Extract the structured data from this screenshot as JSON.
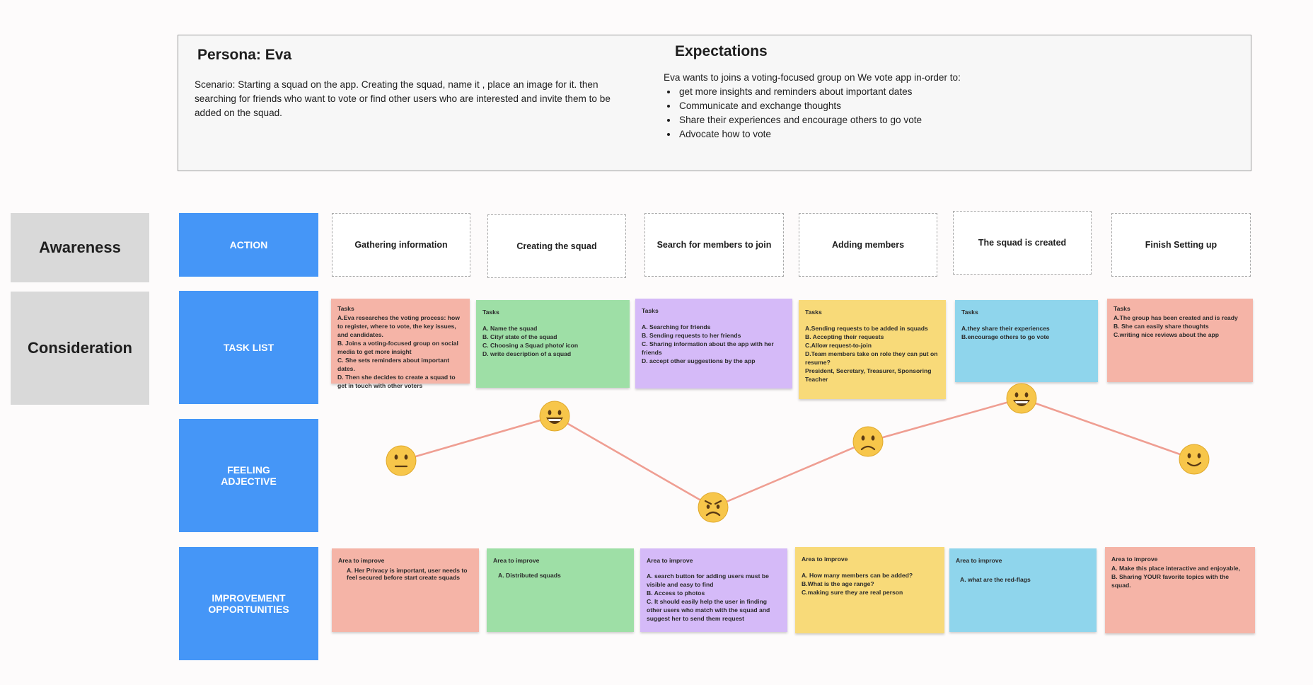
{
  "persona": {
    "title": "Persona: Eva",
    "scenario": "Scenario: Starting a squad on the app. Creating the squad, name it , place an image for it. then searching for friends who want to vote or find other users who are interested and invite them to be added on the squad."
  },
  "expectations": {
    "title": "Expectations",
    "intro": "Eva wants to joins a voting-focused group on We vote app in-order to:",
    "items": [
      " get more insights and reminders about important dates",
      "Communicate and exchange thoughts",
      "Share their experiences and encourage others to go vote",
      "Advocate how to vote"
    ]
  },
  "stages": {
    "awareness": "Awareness",
    "consideration": "Consideration"
  },
  "rows": {
    "action": "ACTION",
    "task_list": "TASK LIST",
    "feeling": "FEELING ADJECTIVE",
    "improvement": "IMPROVEMENT OPPORTUNITIES"
  },
  "actions": [
    "Gathering information",
    "Creating the squad",
    "Search for members to join",
    "Adding members",
    "The squad is created",
    "Finish Setting up"
  ],
  "tasks": [
    {
      "title": "Tasks",
      "items": [
        "A.Eva researches the voting process: how to register, where to vote, the key issues, and candidates.",
        "B. Joins a voting-focused group on social media to get more insight",
        "C. She sets reminders about important dates.",
        "D. Then she decides to create a squad to get in touch with other voters"
      ]
    },
    {
      "title": "Tasks",
      "items": [
        "A. Name the squad",
        "B. City/ state of the squad",
        "C. Choosing a Squad photo/ icon",
        "D. write description of a squad"
      ]
    },
    {
      "title": "Tasks",
      "items": [
        "A. Searching for friends",
        "B. Sending requests to her friends",
        "C. Sharing information about the app with  her friends",
        "D. accept other suggestions by the app"
      ]
    },
    {
      "title": "Tasks",
      "items": [
        "A.Sending requests to be added in squads",
        "B. Accepting their requests",
        "C.Allow request-to-join",
        "D.Team members take on role they can put on resume?",
        "President, Secretary, Treasurer, Sponsoring Teacher"
      ]
    },
    {
      "title": "Tasks",
      "items": [
        "A.they share their experiences",
        "B.encourage others to go vote"
      ]
    },
    {
      "title": "Tasks",
      "items": [
        "A.The group has been created and is ready",
        "B. She can easily share thoughts",
        "C.writing nice reviews about the app"
      ]
    }
  ],
  "feelings": [
    {
      "emoji": "😐",
      "icon": "neutral-face-icon"
    },
    {
      "emoji": "😃",
      "icon": "grinning-face-icon"
    },
    {
      "emoji": "😠",
      "icon": "angry-face-icon"
    },
    {
      "emoji": "🙁",
      "icon": "frowning-face-icon"
    },
    {
      "emoji": "😃",
      "icon": "grinning-face-icon"
    },
    {
      "emoji": "🙂",
      "icon": "slightly-smiling-face-icon"
    }
  ],
  "improvements": [
    {
      "title": "Area to improve",
      "items": [
        "A. Her Privacy is important, user needs to feel secured before start create squads"
      ]
    },
    {
      "title": "Area to improve",
      "items": [
        "A. Distributed squads"
      ]
    },
    {
      "title": "Area to improve",
      "items": [
        "A. search button for adding users must be visible and easy to find",
        "B. Access to photos",
        "C. It should easily help the user in finding other users who match with the squad and suggest her to send them request"
      ]
    },
    {
      "title": "Area to improve",
      "items": [
        "A. How many members can be added?",
        "B.What is the age range?",
        "C.making sure they are real person"
      ]
    },
    {
      "title": "Area to improve",
      "items": [
        "A. what are the red-flags"
      ]
    },
    {
      "title": "Area to improve",
      "items": [
        "A. Make this place interactive and enjoyable,",
        "B. Sharing YOUR favorite topics with the squad."
      ]
    }
  ],
  "colors": {
    "row_label": "#4596f7",
    "stage": "#d9d9d9",
    "salmon": "#f5b4a7",
    "green": "#9edfa6",
    "purple": "#d5baf8",
    "yellow": "#f8da79",
    "blue": "#8fd5ec",
    "curve": "#ef9e92"
  }
}
